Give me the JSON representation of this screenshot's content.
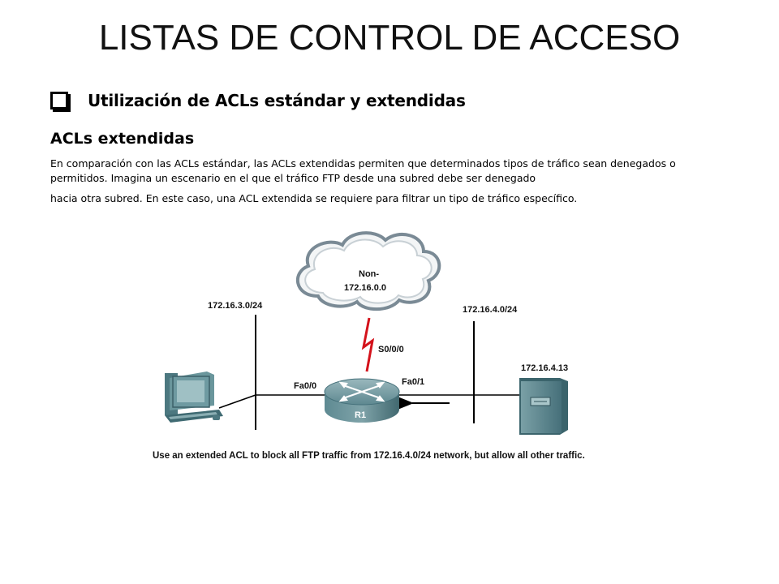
{
  "title": "LISTAS DE CONTROL DE ACCESO",
  "bullet": "Utilización de ACLs estándar y extendidas",
  "subheading": "ACLs extendidas",
  "paragraph1": "En comparación con las ACLs estándar, las ACLs extendidas permiten que determinados tipos de tráfico sean denegados o permitidos. Imagina un escenario en el que el tráfico FTP desde una subred debe ser denegado",
  "paragraph2": "hacia otra subred. En este caso, una ACL extendida se requiere para filtrar un tipo de tráfico específico.",
  "diagram": {
    "cloud_line1": "Non-",
    "cloud_line2": "172.16.0.0",
    "left_network": "172.16.3.0/24",
    "right_network": "172.16.4.0/24",
    "server_ip": "172.16.4.13",
    "serial_if": "S0/0/0",
    "fa00": "Fa0/0",
    "fa01": "Fa0/1",
    "router": "R1",
    "caption": "Use an extended ACL to block all FTP traffic from 172.16.4.0/24 network, but allow all other traffic.",
    "colors": {
      "cloud_stroke": "#7a8a95",
      "serial_link": "#d4121b",
      "device_fill": "#4f7a82"
    }
  }
}
